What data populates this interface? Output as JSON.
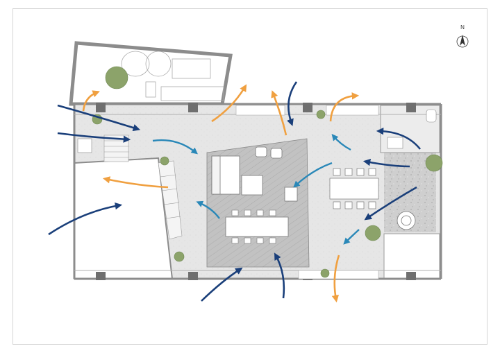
{
  "compass": {
    "label": "N",
    "icon": "north-arrow-icon"
  },
  "colors": {
    "wall": "#8c8c8c",
    "wall_dark": "#6f6f6f",
    "floor": "#e4e4e4",
    "terrazzo": "#d6d6d6",
    "wood_floor": "#b9b9b9",
    "furniture": "#ffffff",
    "airflow_dark_blue": "#1a3f7a",
    "airflow_light_blue": "#2a88b8",
    "airflow_orange": "#f0a040",
    "plant": "#8ca36a"
  },
  "legend": {
    "inflow_outdoor": "dark-blue-arrow",
    "inflow_internal": "light-blue-arrow",
    "outflow": "orange-arrow"
  }
}
